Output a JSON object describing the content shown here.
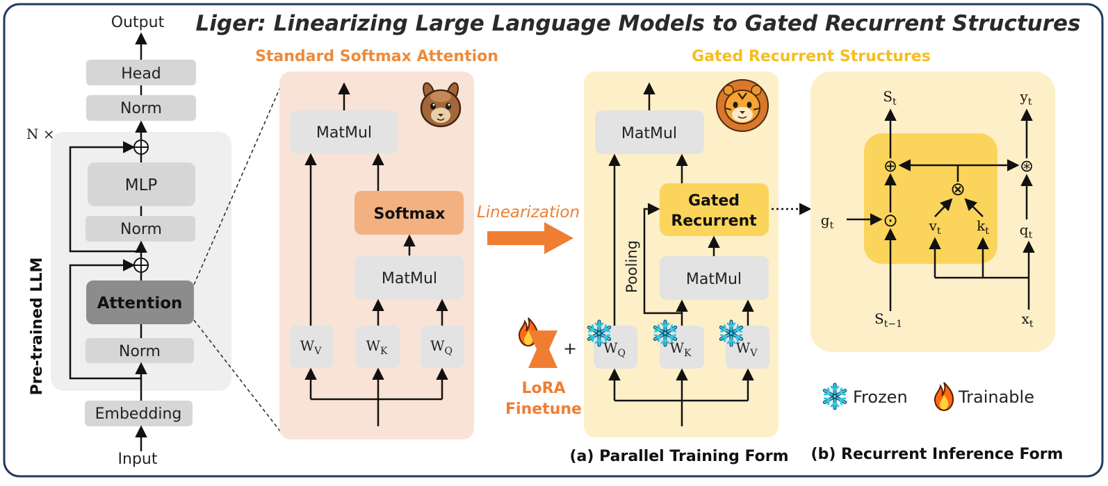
{
  "title": "Liger: Linearizing Large Language Models to Gated Recurrent Structures",
  "llm": {
    "side_label": "Pre-trained LLM",
    "repeat": "N ×",
    "output": "Output",
    "input": "Input",
    "head": "Head",
    "norm_top": "Norm",
    "mlp": "MLP",
    "norm_mid": "Norm",
    "attention": "Attention",
    "norm_bottom": "Norm",
    "embedding": "Embedding"
  },
  "softmax_panel": {
    "title": "Standard Softmax Attention",
    "matmul_top": "MatMul",
    "softmax": "Softmax",
    "matmul_bottom": "MatMul",
    "wv": {
      "base": "W",
      "sub": "V"
    },
    "wk": {
      "base": "W",
      "sub": "K"
    },
    "wq": {
      "base": "W",
      "sub": "Q"
    }
  },
  "linearization": {
    "label": "Linearization",
    "lora": "LoRA",
    "finetune": "Finetune",
    "plus": "+"
  },
  "gated_section_title": "Gated Recurrent Structures",
  "parallel_panel": {
    "matmul_top": "MatMul",
    "gated_line1": "Gated",
    "gated_line2": "Recurrent",
    "pooling": "Pooling",
    "matmul_bottom": "MatMul",
    "wq": {
      "base": "W",
      "sub": "Q"
    },
    "wk": {
      "base": "W",
      "sub": "K"
    },
    "wv": {
      "base": "W",
      "sub": "V"
    },
    "caption": "(a) Parallel Training Form"
  },
  "recurrent_panel": {
    "st": {
      "base": "S",
      "sub": "t"
    },
    "yt": {
      "base": "y",
      "sub": "t"
    },
    "gt": {
      "base": "g",
      "sub": "t"
    },
    "vt": {
      "base": "v",
      "sub": "t"
    },
    "kt": {
      "base": "k",
      "sub": "t"
    },
    "qt": {
      "base": "q",
      "sub": "t"
    },
    "st_prev": {
      "base": "S",
      "sub": "t−1"
    },
    "xt": {
      "base": "x",
      "sub": "t"
    },
    "op_add": "⊕",
    "op_hadamard": "⊙",
    "op_outer": "⊗",
    "op_star": "⊛",
    "caption": "(b) Recurrent Inference Form"
  },
  "legend": {
    "frozen": "Frozen",
    "trainable": "Trainable"
  },
  "colors": {
    "border": "#1f3a5f",
    "softmax_title": "#ee8a3a",
    "gated_title": "#f6be1c",
    "panel_pink": "#f9e3d6",
    "panel_yellow": "#fdefc8",
    "box_gray": "#e3e3e3",
    "softmax_box": "#f3b182",
    "gated_box": "#fbd45b",
    "orange_arrow": "#ef7e33",
    "llm_panel": "#efefef",
    "attention_box": "#8c8c8c",
    "snow": "#2fc4e3",
    "flame": "#ff7a1a"
  }
}
